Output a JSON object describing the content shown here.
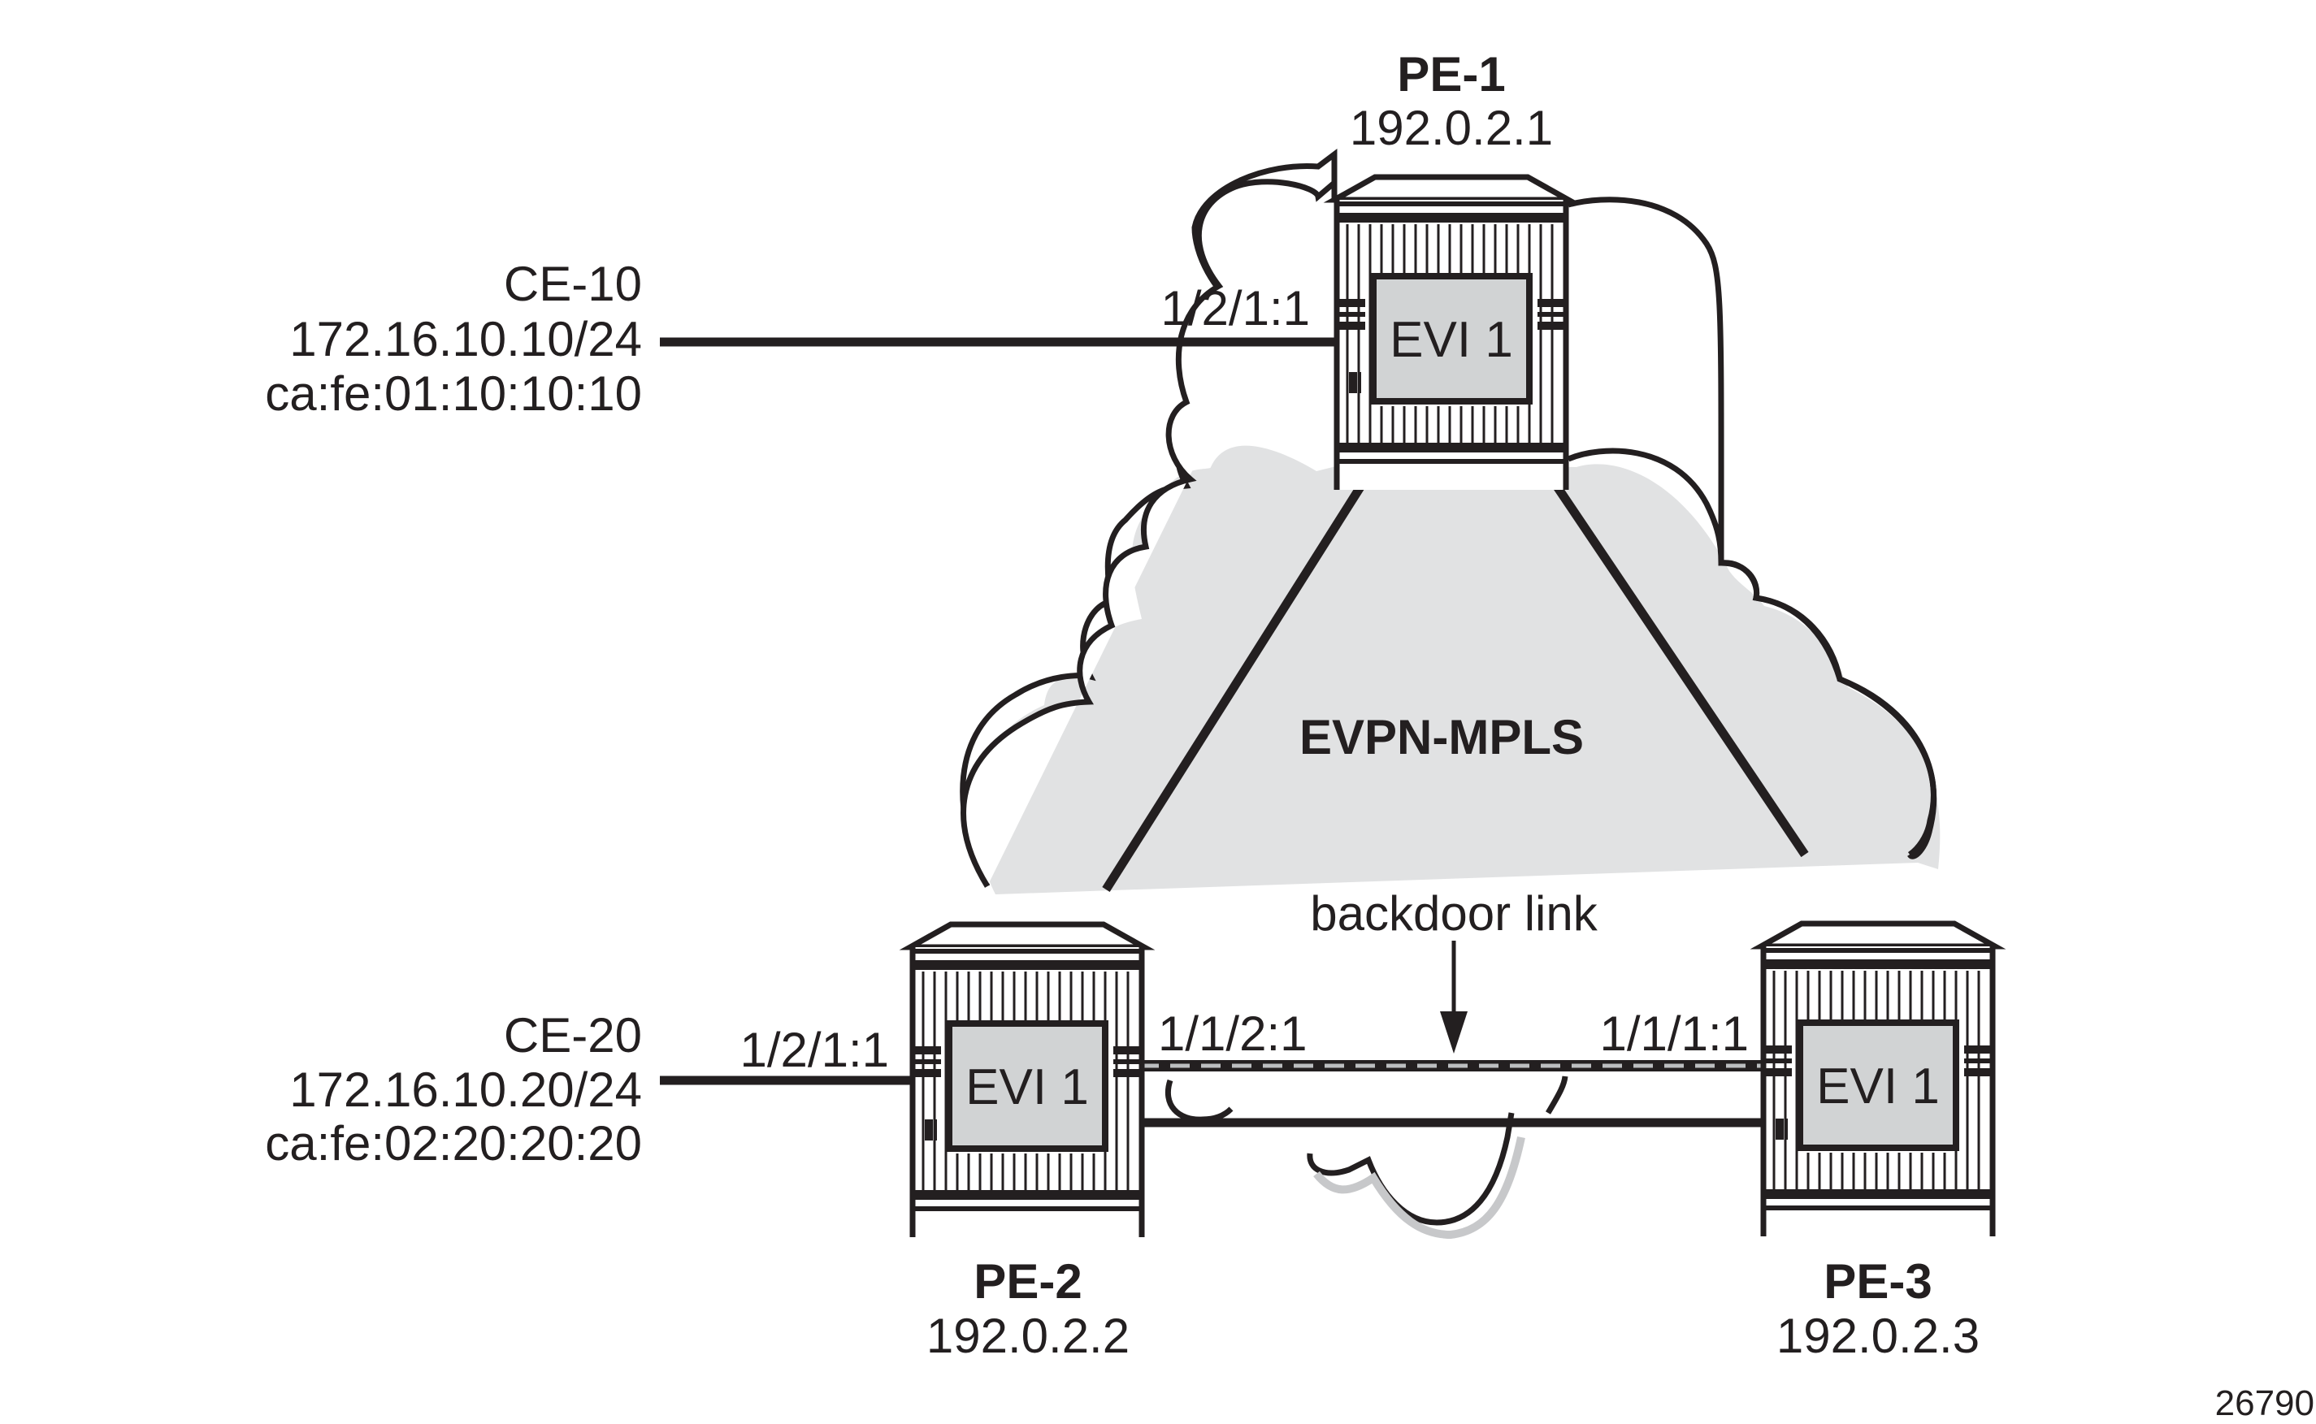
{
  "figure": {
    "id": "26790",
    "cloud_label": "EVPN-MPLS",
    "backdoor_label": "backdoor link"
  },
  "colors": {
    "ink": "#231f20",
    "evi_fill": "#d1d3d4",
    "shadow_dark": "#c7c8ca",
    "shadow_light": "#e1e2e3",
    "dash_fill": "#bcbec0"
  },
  "routers": [
    {
      "name": "PE-1",
      "ip": "192.0.2.1",
      "service": "EVI 1"
    },
    {
      "name": "PE-2",
      "ip": "192.0.2.2",
      "service": "EVI 1"
    },
    {
      "name": "PE-3",
      "ip": "192.0.2.3",
      "service": "EVI 1"
    }
  ],
  "ces": [
    {
      "name": "CE-10",
      "ip": "172.16.10.10/24",
      "mac": "ca:fe:01:10:10:10",
      "attached_to": "PE-1",
      "port": "1/2/1:1"
    },
    {
      "name": "CE-20",
      "ip": "172.16.10.20/24",
      "mac": "ca:fe:02:20:20:20",
      "attached_to": "PE-2",
      "port": "1/2/1:1"
    }
  ],
  "links": [
    {
      "from": "PE-1",
      "to": "PE-2",
      "type": "core"
    },
    {
      "from": "PE-1",
      "to": "PE-3",
      "type": "core"
    },
    {
      "from": "PE-2",
      "to": "PE-3",
      "type": "core"
    },
    {
      "from": "PE-2",
      "to": "PE-3",
      "type": "backdoor",
      "from_port": "1/1/2:1",
      "to_port": "1/1/1:1"
    }
  ]
}
